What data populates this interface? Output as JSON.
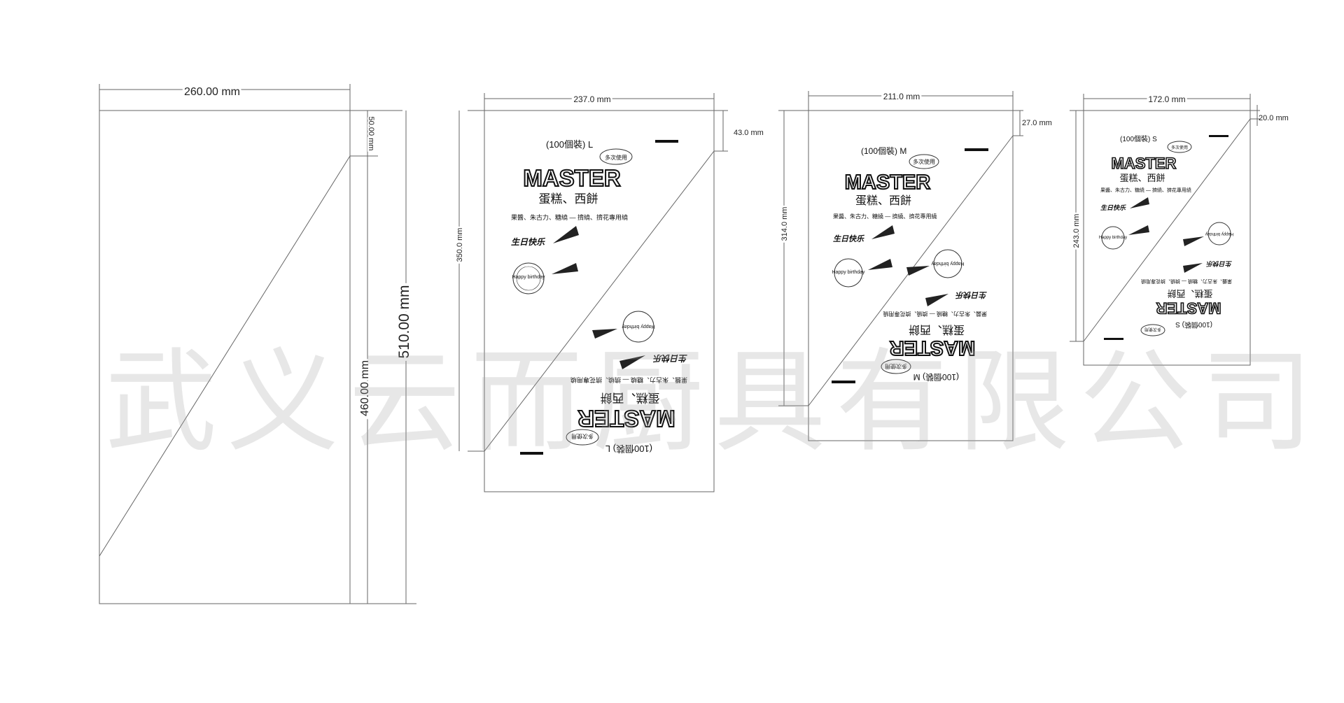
{
  "bag_xl": {
    "width_label": "260.00 mm",
    "top_label": "50.00 mm",
    "mid_label": "460.00 mm",
    "height_label": "510.00 mm"
  },
  "bag_l": {
    "width_label": "237.0 mm",
    "top_label": "43.0 mm",
    "height_label": "350.0 mm",
    "print": {
      "count_label": "(100個裝) L",
      "badge": "多次使用",
      "brand": "MASTER",
      "subtitle": "蛋糕、西餅",
      "desc": "果醬、朱古力、糖繞 — 擠繞、擠花專用繞",
      "script_text": "生日快乐",
      "happy_text": "Happy birthday"
    }
  },
  "bag_m": {
    "width_label": "211.0 mm",
    "top_label": "27.0 mm",
    "height_label": "314.0 mm",
    "print": {
      "count_label": "(100個裝) M",
      "badge": "多次使用",
      "brand": "MASTER",
      "subtitle": "蛋糕、西餅",
      "desc": "果醬、朱古力、糖繞 — 擠繞、擠花專用繞",
      "script_text": "生日快乐",
      "happy_text": "Happy birthday"
    }
  },
  "bag_s": {
    "width_label": "172.0 mm",
    "top_label": "20.0 mm",
    "height_label": "243.0 mm",
    "print": {
      "count_label": "(100個裝) S",
      "badge": "多次使用",
      "brand": "MASTER",
      "subtitle": "蛋糕、西餅",
      "desc": "果醬、朱古力、糖繞 — 擠繞、擠花專用繞",
      "script_text": "生日快乐",
      "happy_text": "Happy birthday"
    }
  },
  "watermark": "武义云而厨具有限公司",
  "colors": {
    "line": "#555555",
    "ink": "#111111",
    "watermark": "#b0b0b0"
  }
}
